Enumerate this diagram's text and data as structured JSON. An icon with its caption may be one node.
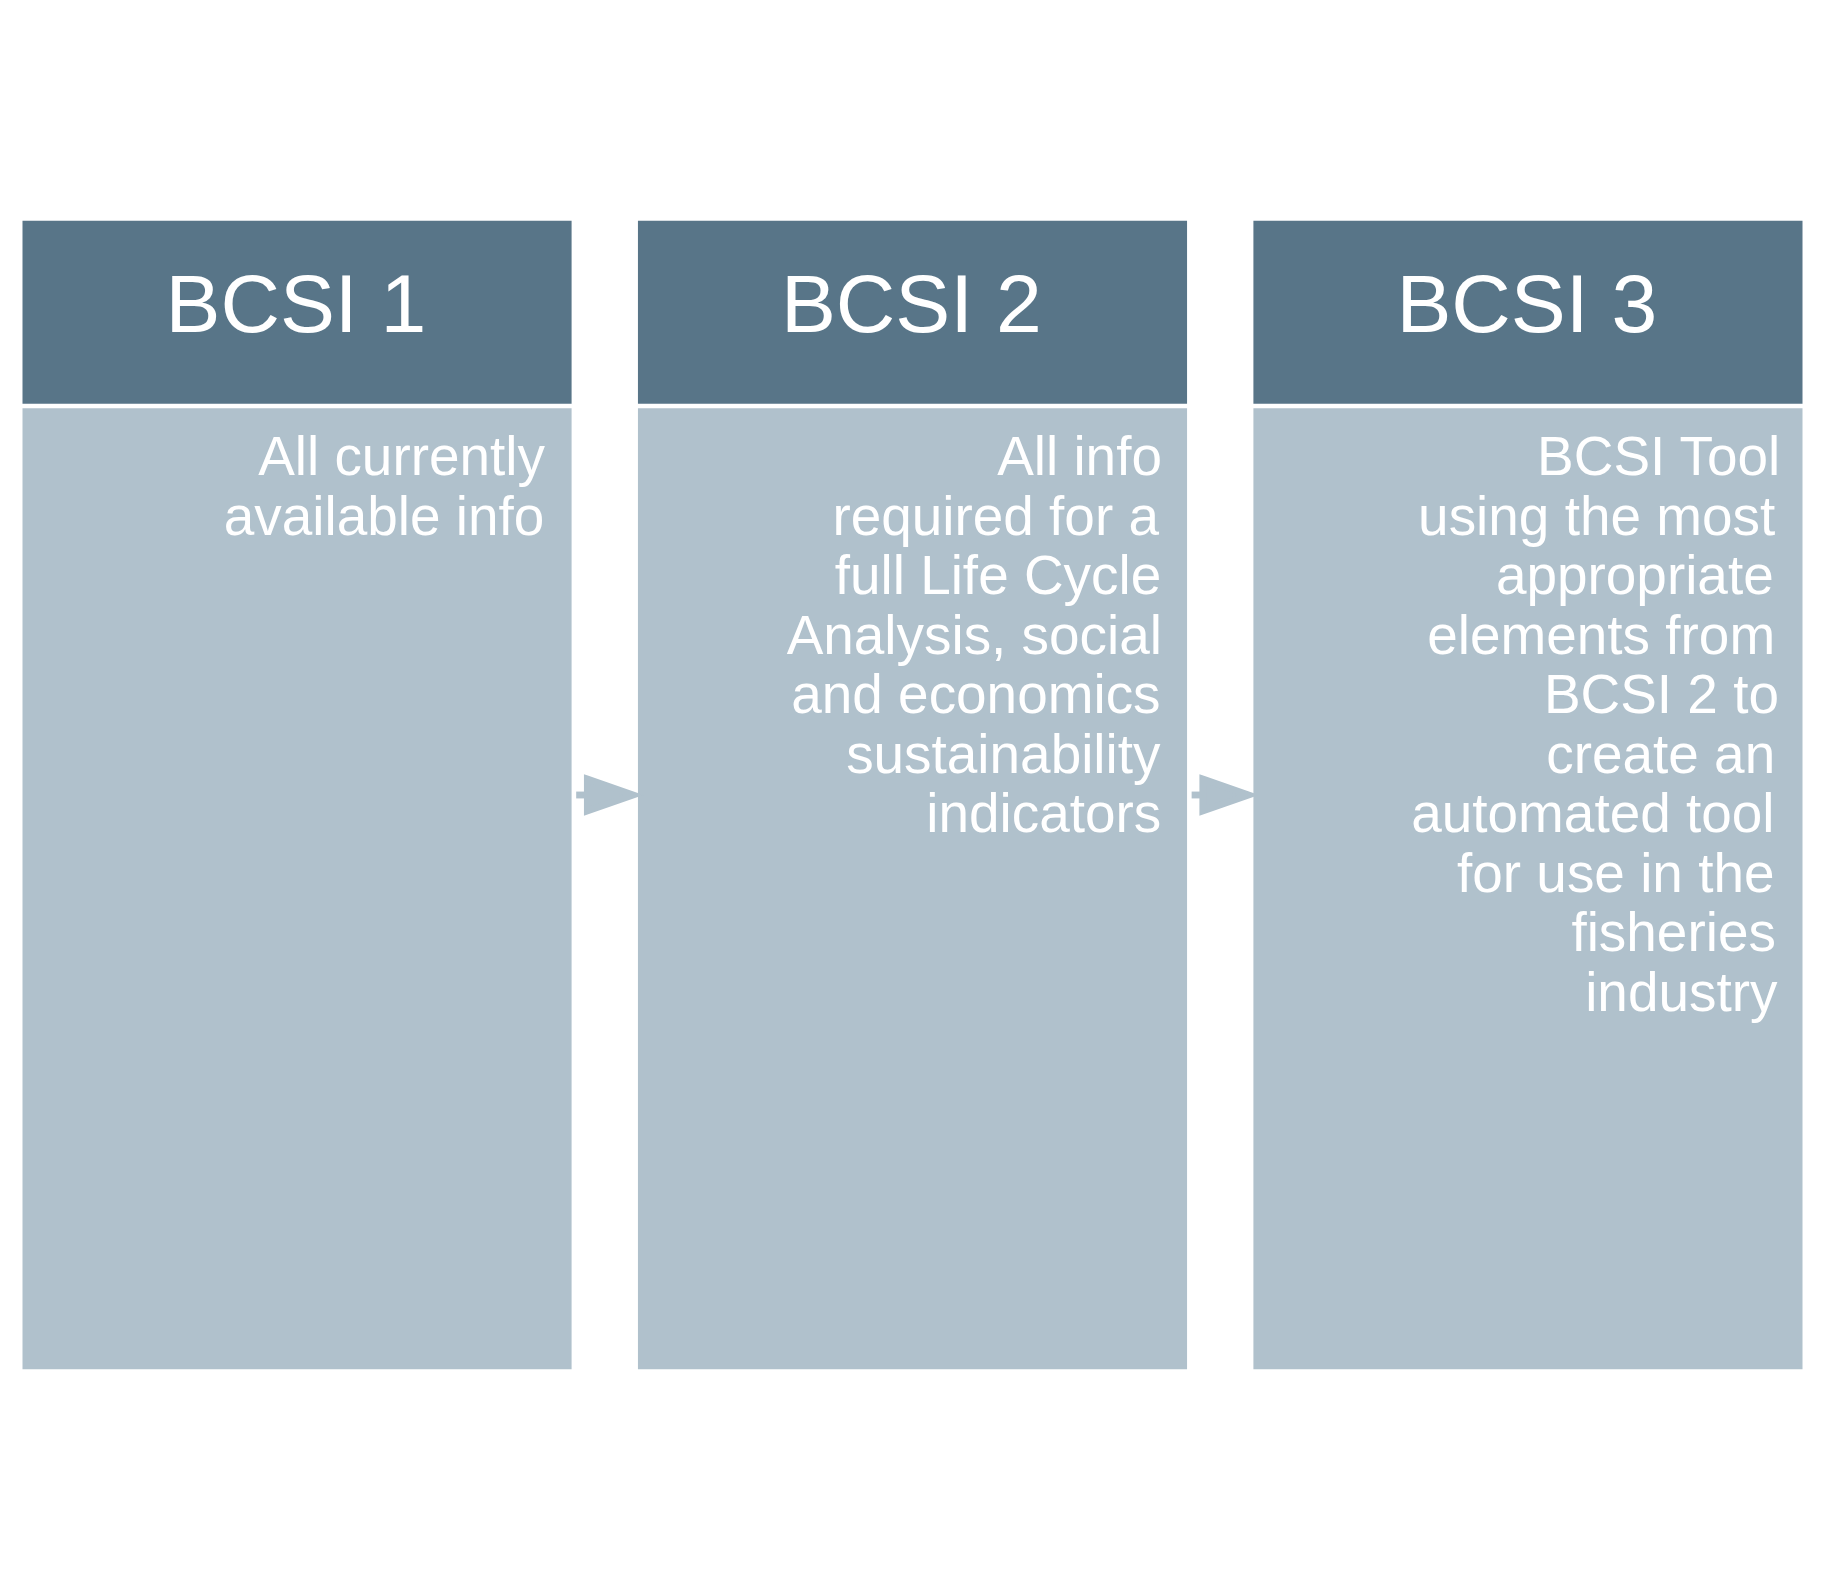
{
  "diagram": {
    "nodes": [
      {
        "text": [
          "BCSI 1",
          "All currently available info"
        ]
      },
      {
        "text": [
          "BCSI 2",
          "All info required for a full Life Cycle Analysis, social and economics sustainability indicators"
        ]
      },
      {
        "text": [
          "BCSI 3",
          "BCSI Tool using the most appropriate elements from BCSI 2 to create an automated tool for use in the fisheries industry"
        ]
      }
    ],
    "edges": [
      {
        "from": 0,
        "to": 1,
        "arrow": "to"
      },
      {
        "from": 1,
        "to": 2,
        "arrow": "to"
      }
    ]
  }
}
